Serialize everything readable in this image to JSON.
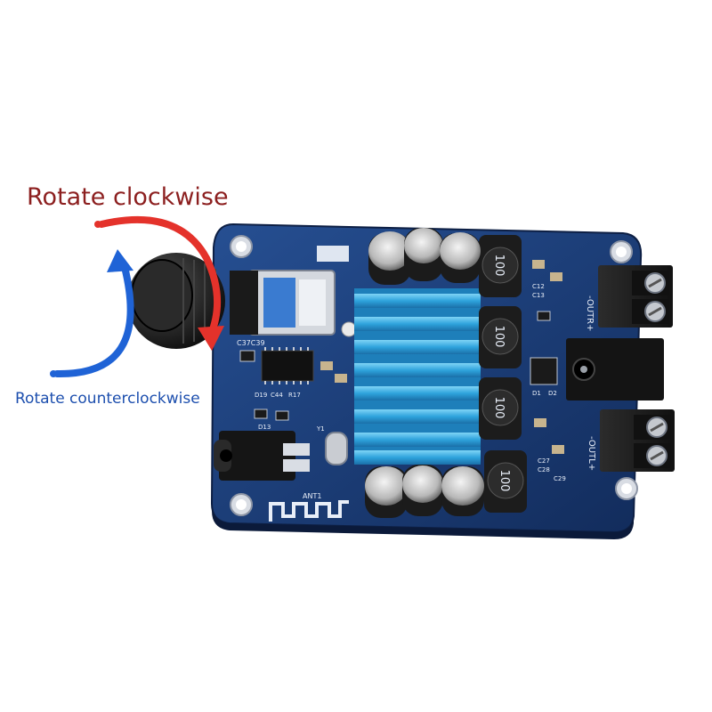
{
  "annotations": {
    "clockwise": "Rotate clockwise",
    "counterclockwise": "Rotate counterclockwise"
  },
  "board": {
    "inductor_marking": "100",
    "connector_top": "-OUTR+",
    "connector_bottom": "-OUTL+",
    "antenna_label": "ANT1",
    "silkscreen": [
      "C37C39",
      "D19",
      "C44",
      "R17",
      "D13",
      "Y1",
      "D1",
      "D2",
      "C12",
      "C13",
      "C27",
      "C28",
      "C29"
    ]
  },
  "colors": {
    "clockwise_arrow": "#e4322b",
    "counterclockwise_arrow": "#1f63d6",
    "pcb": "#1b3e78",
    "heatsink": "#2fa6de",
    "label_red": "#8c1f1f",
    "label_blue": "#1d4fae"
  }
}
